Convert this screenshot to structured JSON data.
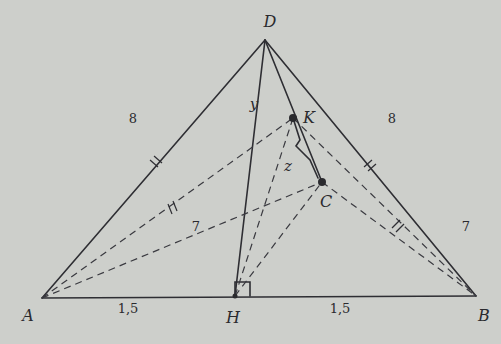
{
  "diagram": {
    "labels": [
      "D",
      "8",
      "y",
      "K",
      "8",
      "z",
      "7",
      "C",
      "7",
      "A",
      "1,5",
      "H",
      "1,5",
      "B"
    ]
  }
}
